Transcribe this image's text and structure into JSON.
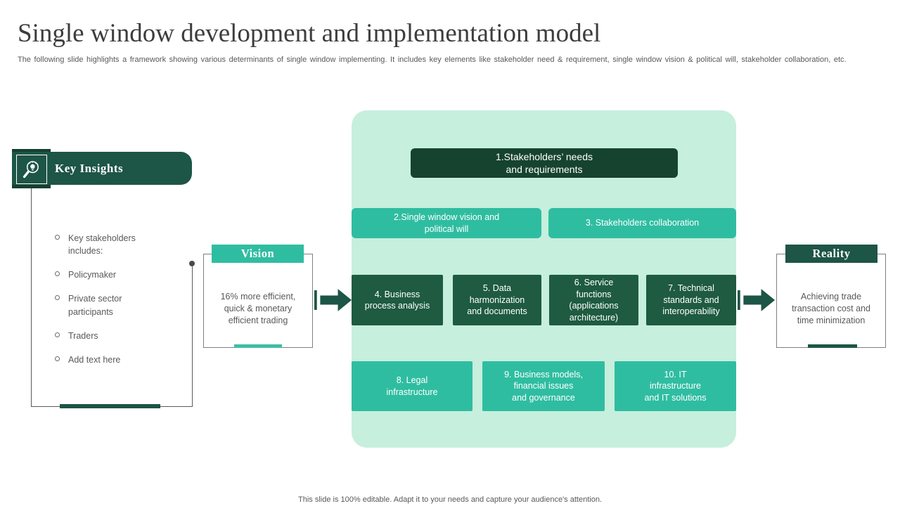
{
  "slide": {
    "title": "Single window development and implementation model",
    "subtitle": "The following slide highlights a framework showing various determinants of single window implementing. It includes key elements like stakeholder need & requirement, single window vision & political will, stakeholder collaboration, etc.",
    "footer": "This slide is 100% editable. Adapt it to your needs and capture your audience's attention."
  },
  "key_insights": {
    "title": "Key Insights",
    "icon": "magnifier-lightbulb-icon",
    "bullets": [
      "Key stakeholders includes:",
      "Policymaker",
      "Private sector participants",
      "Traders",
      "Add text here"
    ]
  },
  "vision": {
    "title": "Vision",
    "body": "16% more efficient,\nquick & monetary\nefficient trading"
  },
  "reality": {
    "title": "Reality",
    "body": "Achieving trade\ntransaction cost and\ntime minimization"
  },
  "process": {
    "steps": [
      {
        "id": 1,
        "label": "1.Stakeholders’ needs\nand requirements"
      },
      {
        "id": 2,
        "label": "2.Single window vision and\npolitical will"
      },
      {
        "id": 3,
        "label": "3. Stakeholders collaboration"
      },
      {
        "id": 4,
        "label": "4. Business\nprocess analysis"
      },
      {
        "id": 5,
        "label": "5. Data\nharmonization\nand documents"
      },
      {
        "id": 6,
        "label": "6. Service\nfunctions\n(applications\narchitecture)"
      },
      {
        "id": 7,
        "label": "7. Technical\nstandards and\ninteroperability"
      },
      {
        "id": 8,
        "label": "8. Legal\ninfrastructure"
      },
      {
        "id": 9,
        "label": "9. Business models,\nfinancial issues\nand governance"
      },
      {
        "id": 10,
        "label": "10. IT\ninfrastructure\nand IT solutions"
      }
    ]
  },
  "colors": {
    "darkest_green": "#16432f",
    "dark_green": "#1e5b41",
    "header_green": "#1d5546",
    "teal": "#2fbda1",
    "mint_panel": "#c6efdd",
    "body_text_gray": "#595959"
  }
}
